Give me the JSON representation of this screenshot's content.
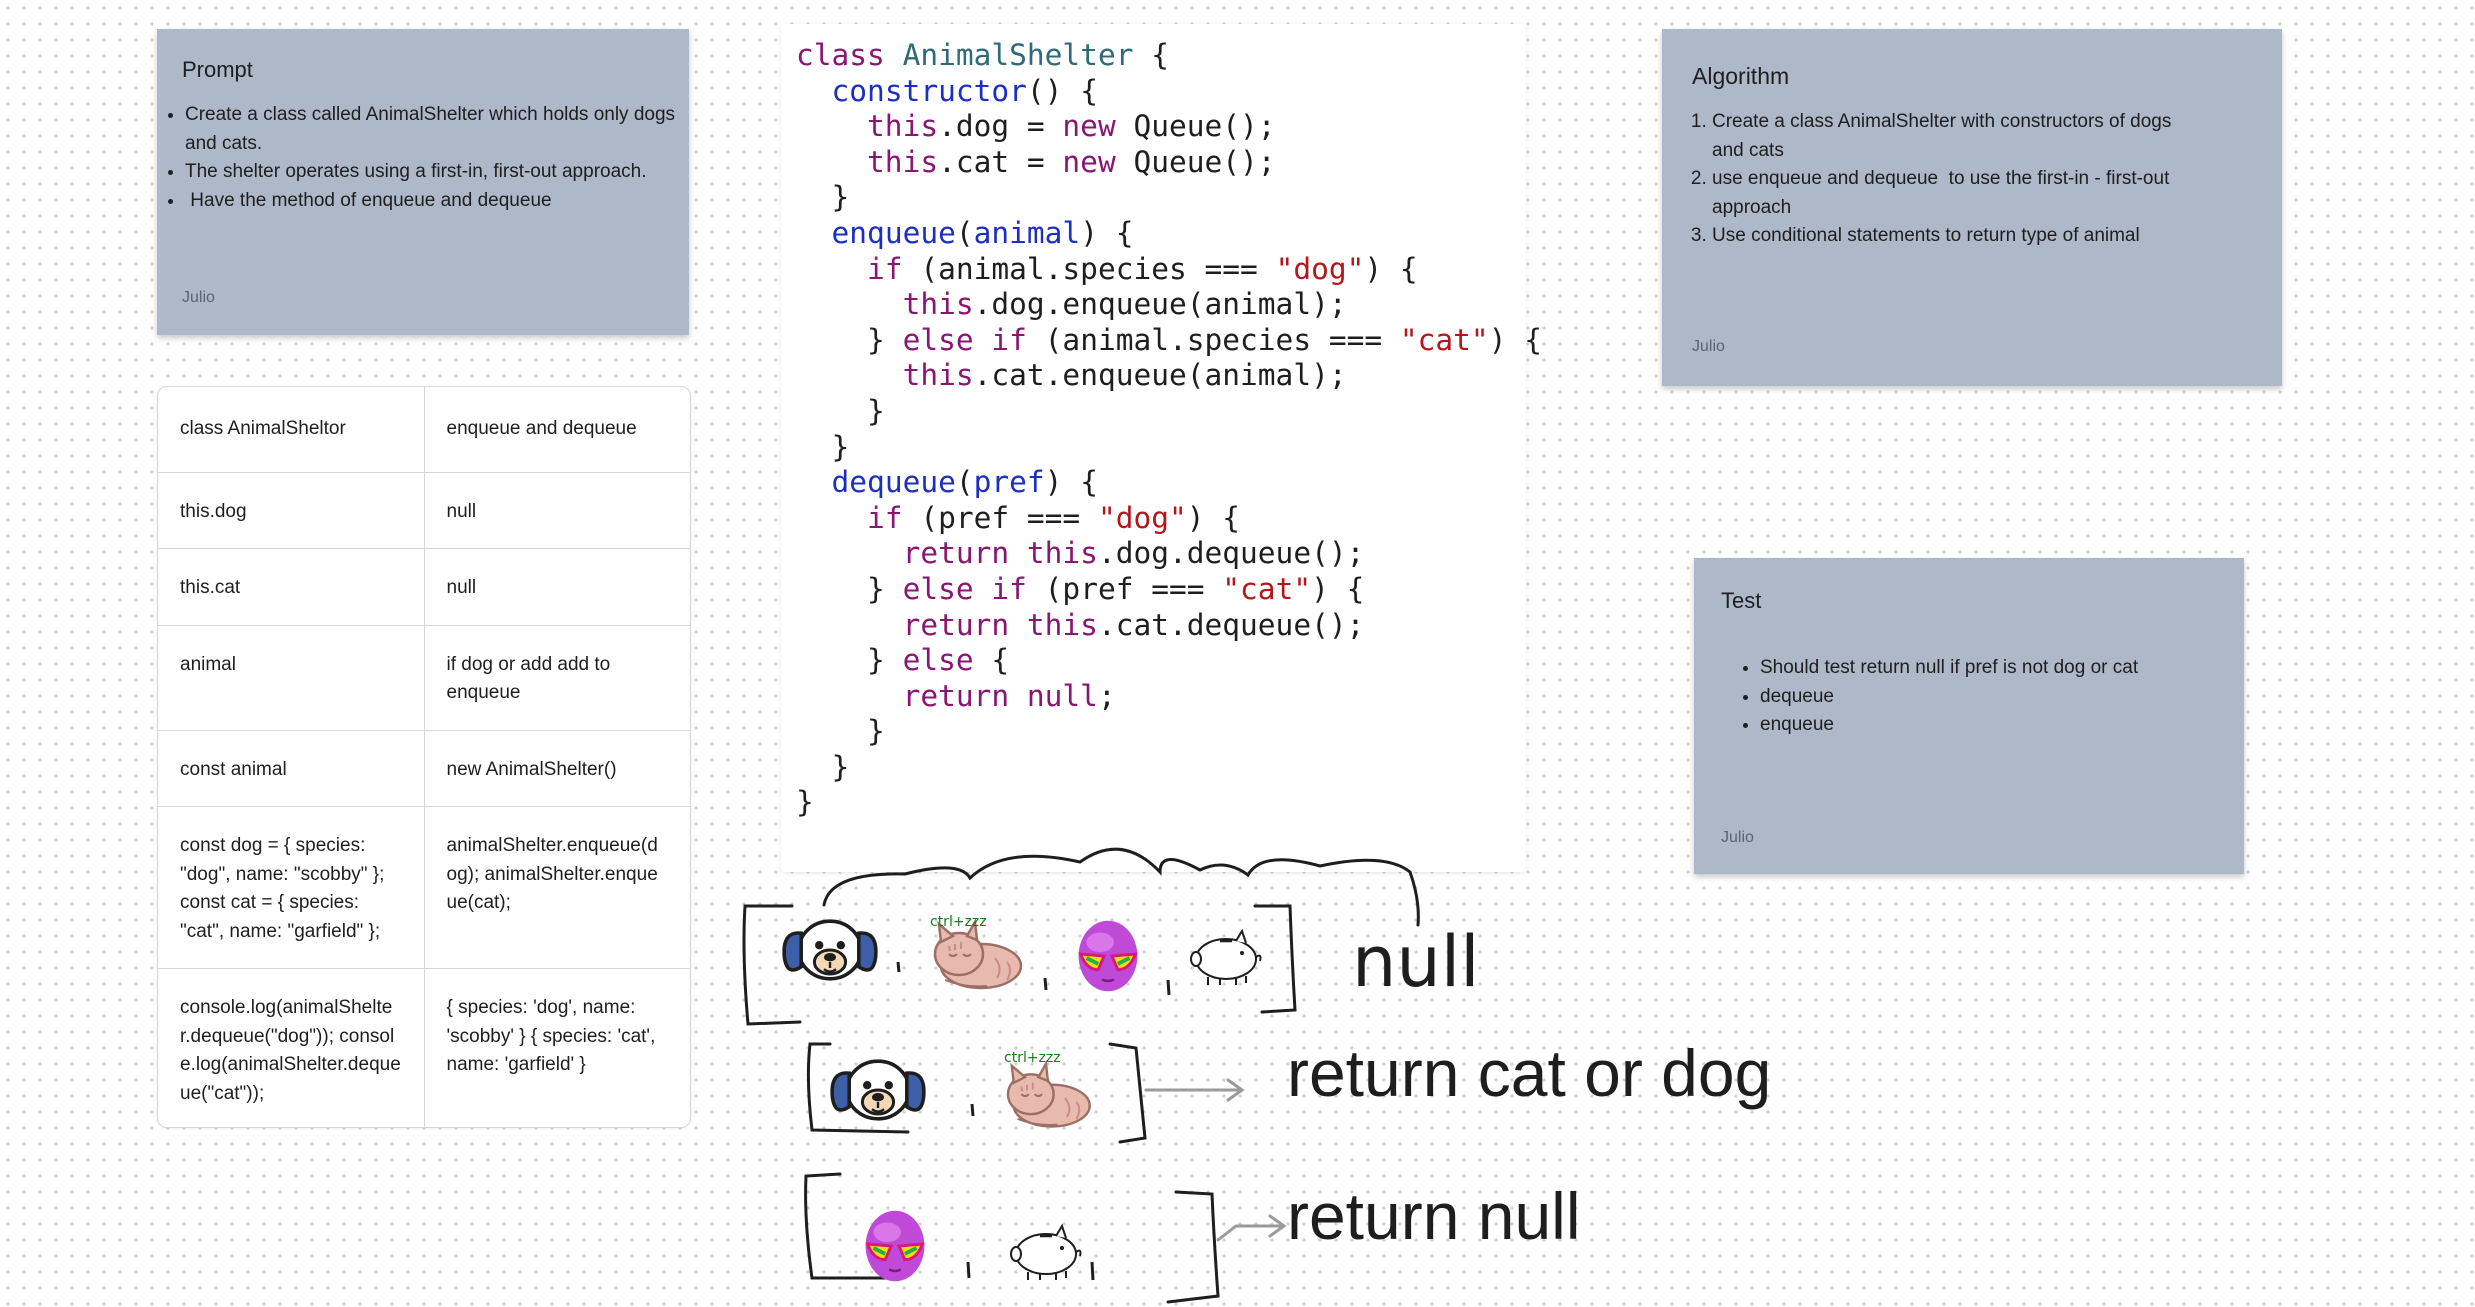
{
  "prompt": {
    "title": "Prompt",
    "items": [
      "Create a class called AnimalShelter which holds only dogs and cats.",
      "The shelter operates using a first-in, first-out approach.",
      " Have the method of enqueue and dequeue"
    ],
    "author": "Julio"
  },
  "table": {
    "rows": [
      [
        "class AnimalSheltor",
        "enqueue and dequeue"
      ],
      [
        "this.dog",
        "null"
      ],
      [
        "this.cat",
        "null"
      ],
      [
        "animal",
        "if dog or add add to enqueue"
      ],
      [
        "const animal",
        "new AnimalShelter()"
      ],
      [
        "const dog = { species: \"dog\", name: \"scobby\" }; const cat = { species: \"cat\", name: \"garfield\" };",
        "animalShelter.enqueue(dog); animalShelter.enqueue(cat);"
      ],
      [
        "console.log(animalShelter.dequeue(\"dog\")); console.log(animalShelter.dequeue(\"cat\"));",
        "{ species: 'dog', name: 'scobby' } { species: 'cat', name: 'garfield' }"
      ]
    ]
  },
  "code": {
    "lines": [
      "class AnimalShelter {",
      "  constructor() {",
      "    this.dog = new Queue();",
      "    this.cat = new Queue();",
      "  }",
      "  enqueue(animal) {",
      "    if (animal.species === \"dog\") {",
      "      this.dog.enqueue(animal);",
      "    } else if (animal.species === \"cat\") {",
      "      this.cat.enqueue(animal);",
      "    }",
      "  }",
      "  dequeue(pref) {",
      "    if (pref === \"dog\") {",
      "      return this.dog.dequeue();",
      "    } else if (pref === \"cat\") {",
      "      return this.cat.dequeue();",
      "    } else {",
      "      return null;",
      "    }",
      "  }",
      "}"
    ]
  },
  "algorithm": {
    "title": "Algorithm",
    "steps": [
      "Create a class AnimalShelter with constructors of dogs and cats",
      "use enqueue and dequeue  to use the first-in - first-out approach",
      "Use conditional statements to return type of animal"
    ],
    "author": "Julio"
  },
  "test": {
    "title": "Test",
    "items": [
      "Should test return null if pref is not dog or cat",
      "dequeue",
      "enqueue"
    ],
    "author": "Julio"
  },
  "sketch": {
    "null_text": "null",
    "cat_badge": "ctrl+zzz",
    "return_cat_dog": "return cat or dog",
    "return_null": "return null",
    "icons": [
      "dog-face-icon",
      "sleeping-cat-icon",
      "alien-icon",
      "piggy-bank-icon"
    ]
  }
}
